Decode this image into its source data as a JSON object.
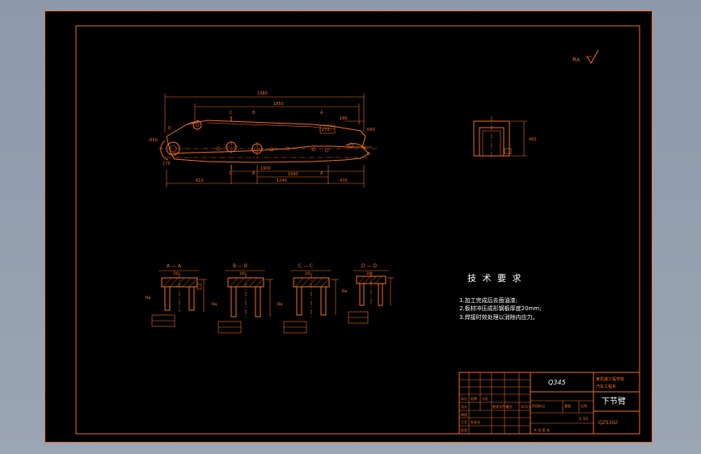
{
  "tech": {
    "title": "技 术 要 求",
    "items": [
      "1.加工完成后去面油漆;",
      "2.板材冲压成形钢板厚度20mm;",
      "3.焊接时效处理以消除内应力。"
    ]
  },
  "roughness": "Ra",
  "main_view": {
    "dims_top": [
      "1980",
      "1850"
    ],
    "dims_bottom": [
      "610",
      "1900",
      "1240",
      "1040",
      "470"
    ],
    "labels": [
      "C",
      "C",
      "D",
      "B",
      "B",
      "A",
      "A",
      "D"
    ],
    "small_dims": [
      "R50",
      "272",
      "R65",
      "186",
      "175"
    ]
  },
  "sections": [
    {
      "label": "A — A",
      "dim": "300"
    },
    {
      "label": "B — B",
      "dim": "300"
    },
    {
      "label": "C — C",
      "dim": "300"
    },
    {
      "label": "D — D",
      "dim": "300"
    }
  ],
  "side_view": {
    "dim": "450"
  },
  "title_block": {
    "material": "Q345",
    "school": "某机械工程学院",
    "dept": "汽车工程系",
    "name": "下节臂",
    "scale_label": "比例",
    "scale": "1:10",
    "drawing_no": "QZ5302",
    "row_labels": [
      "标记",
      "处数",
      "分区",
      "更改文件号",
      "签名",
      "年月日"
    ],
    "role_labels": [
      "设计",
      "审核",
      "工艺",
      "标准化",
      "批准"
    ],
    "stage_label": "阶段标记",
    "weight_label": "重量",
    "sheet_label": "共 张 第 张"
  }
}
